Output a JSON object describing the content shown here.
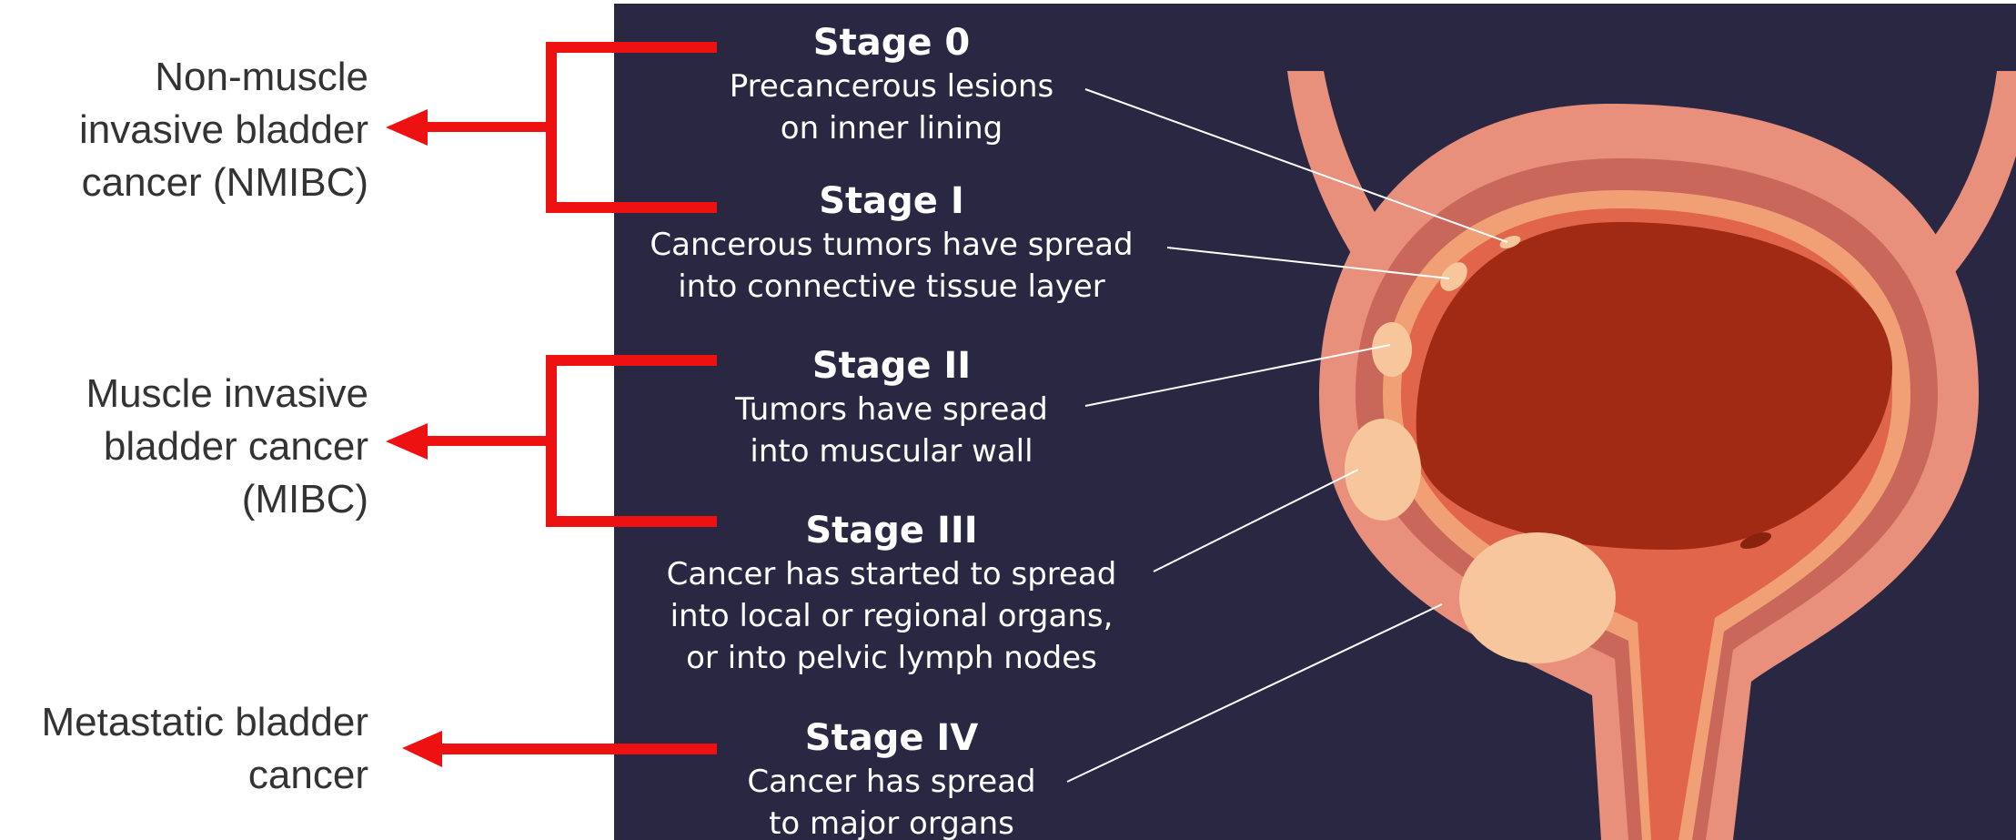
{
  "categories": {
    "nmibc": "Non-muscle\ninvasive bladder\ncancer (NMIBC)",
    "mibc": "Muscle invasive\nbladder cancer\n(MIBC)",
    "metastatic": "Metastatic bladder\ncancer"
  },
  "stages": [
    {
      "title": "Stage 0",
      "desc": "Precancerous lesions\non inner lining"
    },
    {
      "title": "Stage I",
      "desc": "Cancerous tumors have spread\ninto connective tissue layer"
    },
    {
      "title": "Stage II",
      "desc": "Tumors have spread\ninto muscular wall"
    },
    {
      "title": "Stage III",
      "desc": "Cancer has started to spread\ninto local or regional organs,\nor into pelvic lymph nodes"
    },
    {
      "title": "Stage IV",
      "desc": "Cancer has spread\nto major organs"
    }
  ],
  "colors": {
    "arrow": "#ee1111",
    "panel_bg": "#2a2743",
    "bladder_outer": "#e9907c",
    "bladder_inner": "#a12a14",
    "tumor": "#f7c69c"
  }
}
